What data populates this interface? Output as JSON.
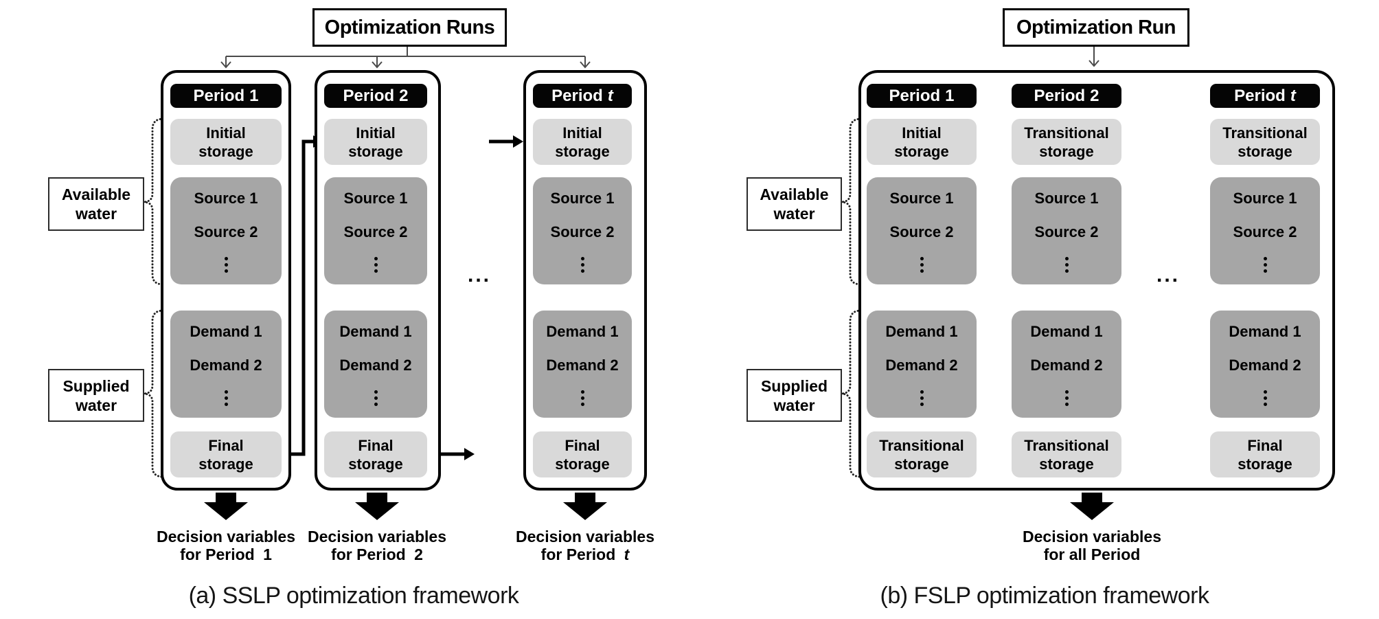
{
  "panels": [
    {
      "title": "Optimization Runs",
      "caption": "(a) SSLP optimization framework",
      "ellipsis_between_periods": "...",
      "vertical_ellipsis": "⋮",
      "side_labels": {
        "available": [
          "Available",
          "water"
        ],
        "supplied": [
          "Supplied",
          "water"
        ]
      },
      "periods": [
        {
          "header": {
            "prefix": "Period",
            "suffix": "1",
            "suffix_italic": false
          },
          "top_storage": [
            "Initial",
            "storage"
          ],
          "sources": [
            "Source 1",
            "Source 2"
          ],
          "demands": [
            "Demand 1",
            "Demand 2"
          ],
          "bottom_storage": [
            "Final",
            "storage"
          ],
          "decision": {
            "line1": "Decision variables",
            "line2_prefix": "for Period",
            "line2_suffix": "1",
            "suffix_italic": false
          }
        },
        {
          "header": {
            "prefix": "Period",
            "suffix": "2",
            "suffix_italic": false
          },
          "top_storage": [
            "Initial",
            "storage"
          ],
          "sources": [
            "Source 1",
            "Source 2"
          ],
          "demands": [
            "Demand 1",
            "Demand 2"
          ],
          "bottom_storage": [
            "Final",
            "storage"
          ],
          "decision": {
            "line1": "Decision variables",
            "line2_prefix": "for Period",
            "line2_suffix": "2",
            "suffix_italic": false
          }
        },
        {
          "header": {
            "prefix": "Period",
            "suffix": "t",
            "suffix_italic": true
          },
          "top_storage": [
            "Initial",
            "storage"
          ],
          "sources": [
            "Source 1",
            "Source 2"
          ],
          "demands": [
            "Demand 1",
            "Demand 2"
          ],
          "bottom_storage": [
            "Final",
            "storage"
          ],
          "decision": {
            "line1": "Decision variables",
            "line2_prefix": "for Period",
            "line2_suffix": "t",
            "suffix_italic": true
          }
        }
      ]
    },
    {
      "title": "Optimization Run",
      "caption": "(b) FSLP optimization framework",
      "ellipsis_between_periods": "...",
      "vertical_ellipsis": "⋮",
      "side_labels": {
        "available": [
          "Available",
          "water"
        ],
        "supplied": [
          "Supplied",
          "water"
        ]
      },
      "periods": [
        {
          "header": {
            "prefix": "Period",
            "suffix": "1",
            "suffix_italic": false
          },
          "top_storage": [
            "Initial",
            "storage"
          ],
          "sources": [
            "Source 1",
            "Source 2"
          ],
          "demands": [
            "Demand 1",
            "Demand 2"
          ],
          "bottom_storage": [
            "Transitional",
            "storage"
          ]
        },
        {
          "header": {
            "prefix": "Period",
            "suffix": "2",
            "suffix_italic": false
          },
          "top_storage": [
            "Transitional",
            "storage"
          ],
          "sources": [
            "Source 1",
            "Source 2"
          ],
          "demands": [
            "Demand 1",
            "Demand 2"
          ],
          "bottom_storage": [
            "Transitional",
            "storage"
          ]
        },
        {
          "header": {
            "prefix": "Period",
            "suffix": "t",
            "suffix_italic": true
          },
          "top_storage": [
            "Transitional",
            "storage"
          ],
          "sources": [
            "Source 1",
            "Source 2"
          ],
          "demands": [
            "Demand 1",
            "Demand 2"
          ],
          "bottom_storage": [
            "Final",
            "storage"
          ]
        }
      ],
      "decision": {
        "line1": "Decision variables",
        "line2_prefix": "for all Period",
        "line2_suffix": "",
        "suffix_italic": false
      }
    }
  ]
}
